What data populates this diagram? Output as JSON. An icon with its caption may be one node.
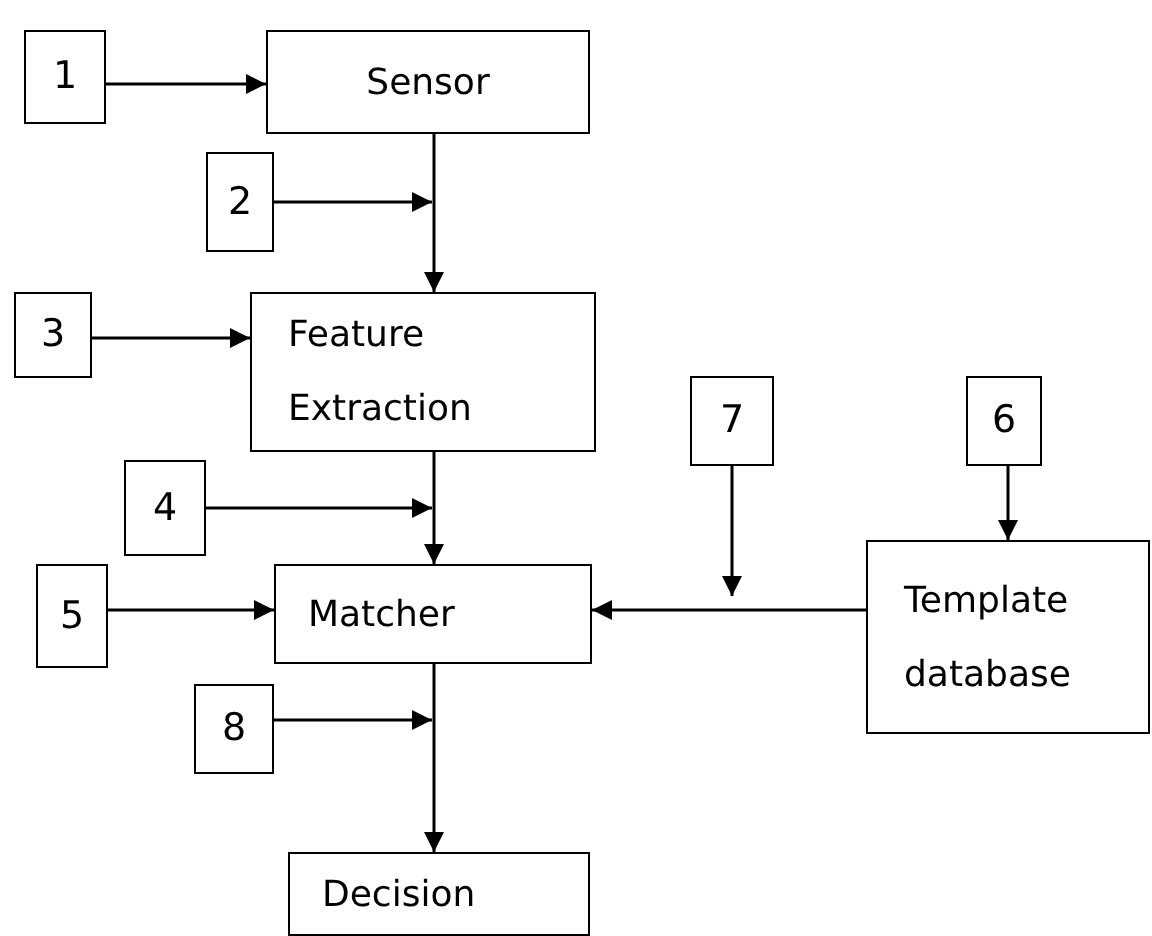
{
  "diagram": {
    "nodes": [
      {
        "text": [
          "1"
        ]
      },
      {
        "text": [
          "Sensor"
        ]
      },
      {
        "text": [
          "2"
        ]
      },
      {
        "text": [
          "3"
        ]
      },
      {
        "text": [
          "Feature Extraction"
        ]
      },
      {
        "text": [
          "7"
        ]
      },
      {
        "text": [
          "6"
        ]
      },
      {
        "text": [
          "4"
        ]
      },
      {
        "text": [
          "5"
        ]
      },
      {
        "text": [
          "Matcher"
        ]
      },
      {
        "text": [
          "Template database"
        ]
      },
      {
        "text": [
          "8"
        ]
      },
      {
        "text": [
          "Decision"
        ]
      }
    ],
    "edges": [
      {
        "from": 0,
        "to": 1,
        "arrow": "to"
      },
      {
        "from": 2,
        "to": null,
        "arrow": "to"
      },
      {
        "from": 1,
        "to": 4,
        "arrow": "to"
      },
      {
        "from": 3,
        "to": 4,
        "arrow": "to"
      },
      {
        "from": 7,
        "to": null,
        "arrow": "to"
      },
      {
        "from": 4,
        "to": 9,
        "arrow": "to"
      },
      {
        "from": 8,
        "to": 9,
        "arrow": "to"
      },
      {
        "from": 10,
        "to": 9,
        "arrow": "to"
      },
      {
        "from": 5,
        "to": null,
        "arrow": "to"
      },
      {
        "from": 6,
        "to": 10,
        "arrow": "to"
      },
      {
        "from": 11,
        "to": null,
        "arrow": "to"
      },
      {
        "from": 9,
        "to": 12,
        "arrow": "to"
      }
    ]
  }
}
